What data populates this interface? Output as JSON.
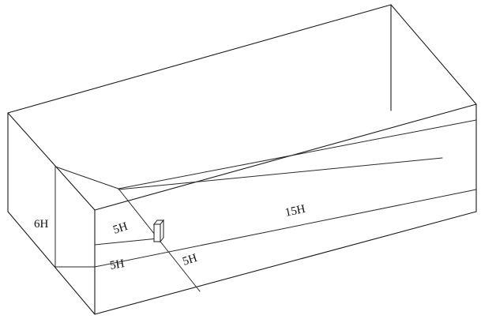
{
  "labels": {
    "height": "6H",
    "upstream_lateral": "5H",
    "inlet_offset": "5H",
    "downstream_lateral": "5H",
    "downstream_length": "15H"
  }
}
